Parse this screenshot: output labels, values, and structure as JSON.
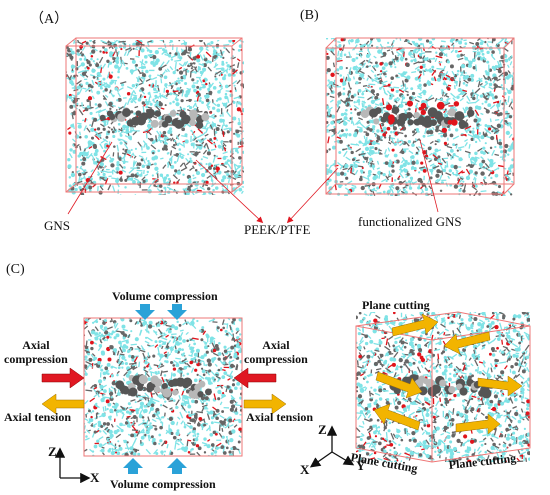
{
  "panels": {
    "a_label": "（A）",
    "b_label": "(B)",
    "c_label": "(C)"
  },
  "labels": {
    "gns": "GNS",
    "matrix": "PEEK/PTFE",
    "functionalized": "functionalized GNS"
  },
  "loading": {
    "volume_compression_top": "Volume compression",
    "volume_compression_bottom": "Volume compression",
    "axial_compression_left": "Axial\ncompression",
    "axial_compression_right": "Axial\ncompression",
    "axial_tension_left": "Axial tension",
    "axial_tension_right": "Axial tension",
    "plane_cutting_top": "Plane cutting",
    "plane_cutting_left": "Plane cutting",
    "plane_cutting_right": "Plane cutting"
  },
  "axes2d": {
    "z": "Z",
    "x": "X"
  },
  "axes3d": {
    "z": "Z",
    "x": "X",
    "y": "Y"
  },
  "colors": {
    "matrix_atoms": "#7fe3e6",
    "carbon": "#666666",
    "oxygen": "#e0141c",
    "box_edge": "#ee7777",
    "arrow_red": "#e01822",
    "arrow_yellow": "#f2b400",
    "arrow_blue": "#2aa2d8"
  }
}
